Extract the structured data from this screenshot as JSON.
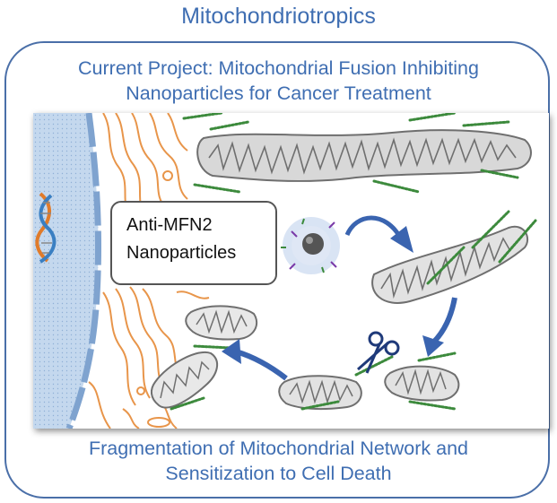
{
  "header": {
    "title": "Mitochondriotropics"
  },
  "panel": {
    "top_caption_line1": "Current Project: Mitochondrial Fusion Inhibiting",
    "top_caption_line2": "Nanoparticles for Cancer Treatment",
    "bottom_caption_line1": "Fragmentation of Mitochondrial Network and",
    "bottom_caption_line2": "Sensitization to Cell Death"
  },
  "callout": {
    "line1": "Anti-MFN2",
    "line2": "Nanoparticles"
  },
  "colors": {
    "accent": "#3f6eb2",
    "nucleus": "#b8d0ea",
    "er": "#e8954a",
    "mitochondria": "#7a7a7a",
    "protein": "#3c8a3c",
    "arrow": "#3a64b0"
  },
  "icons": [
    "dna-helix-icon",
    "scissors-icon",
    "nanoparticle-icon"
  ]
}
